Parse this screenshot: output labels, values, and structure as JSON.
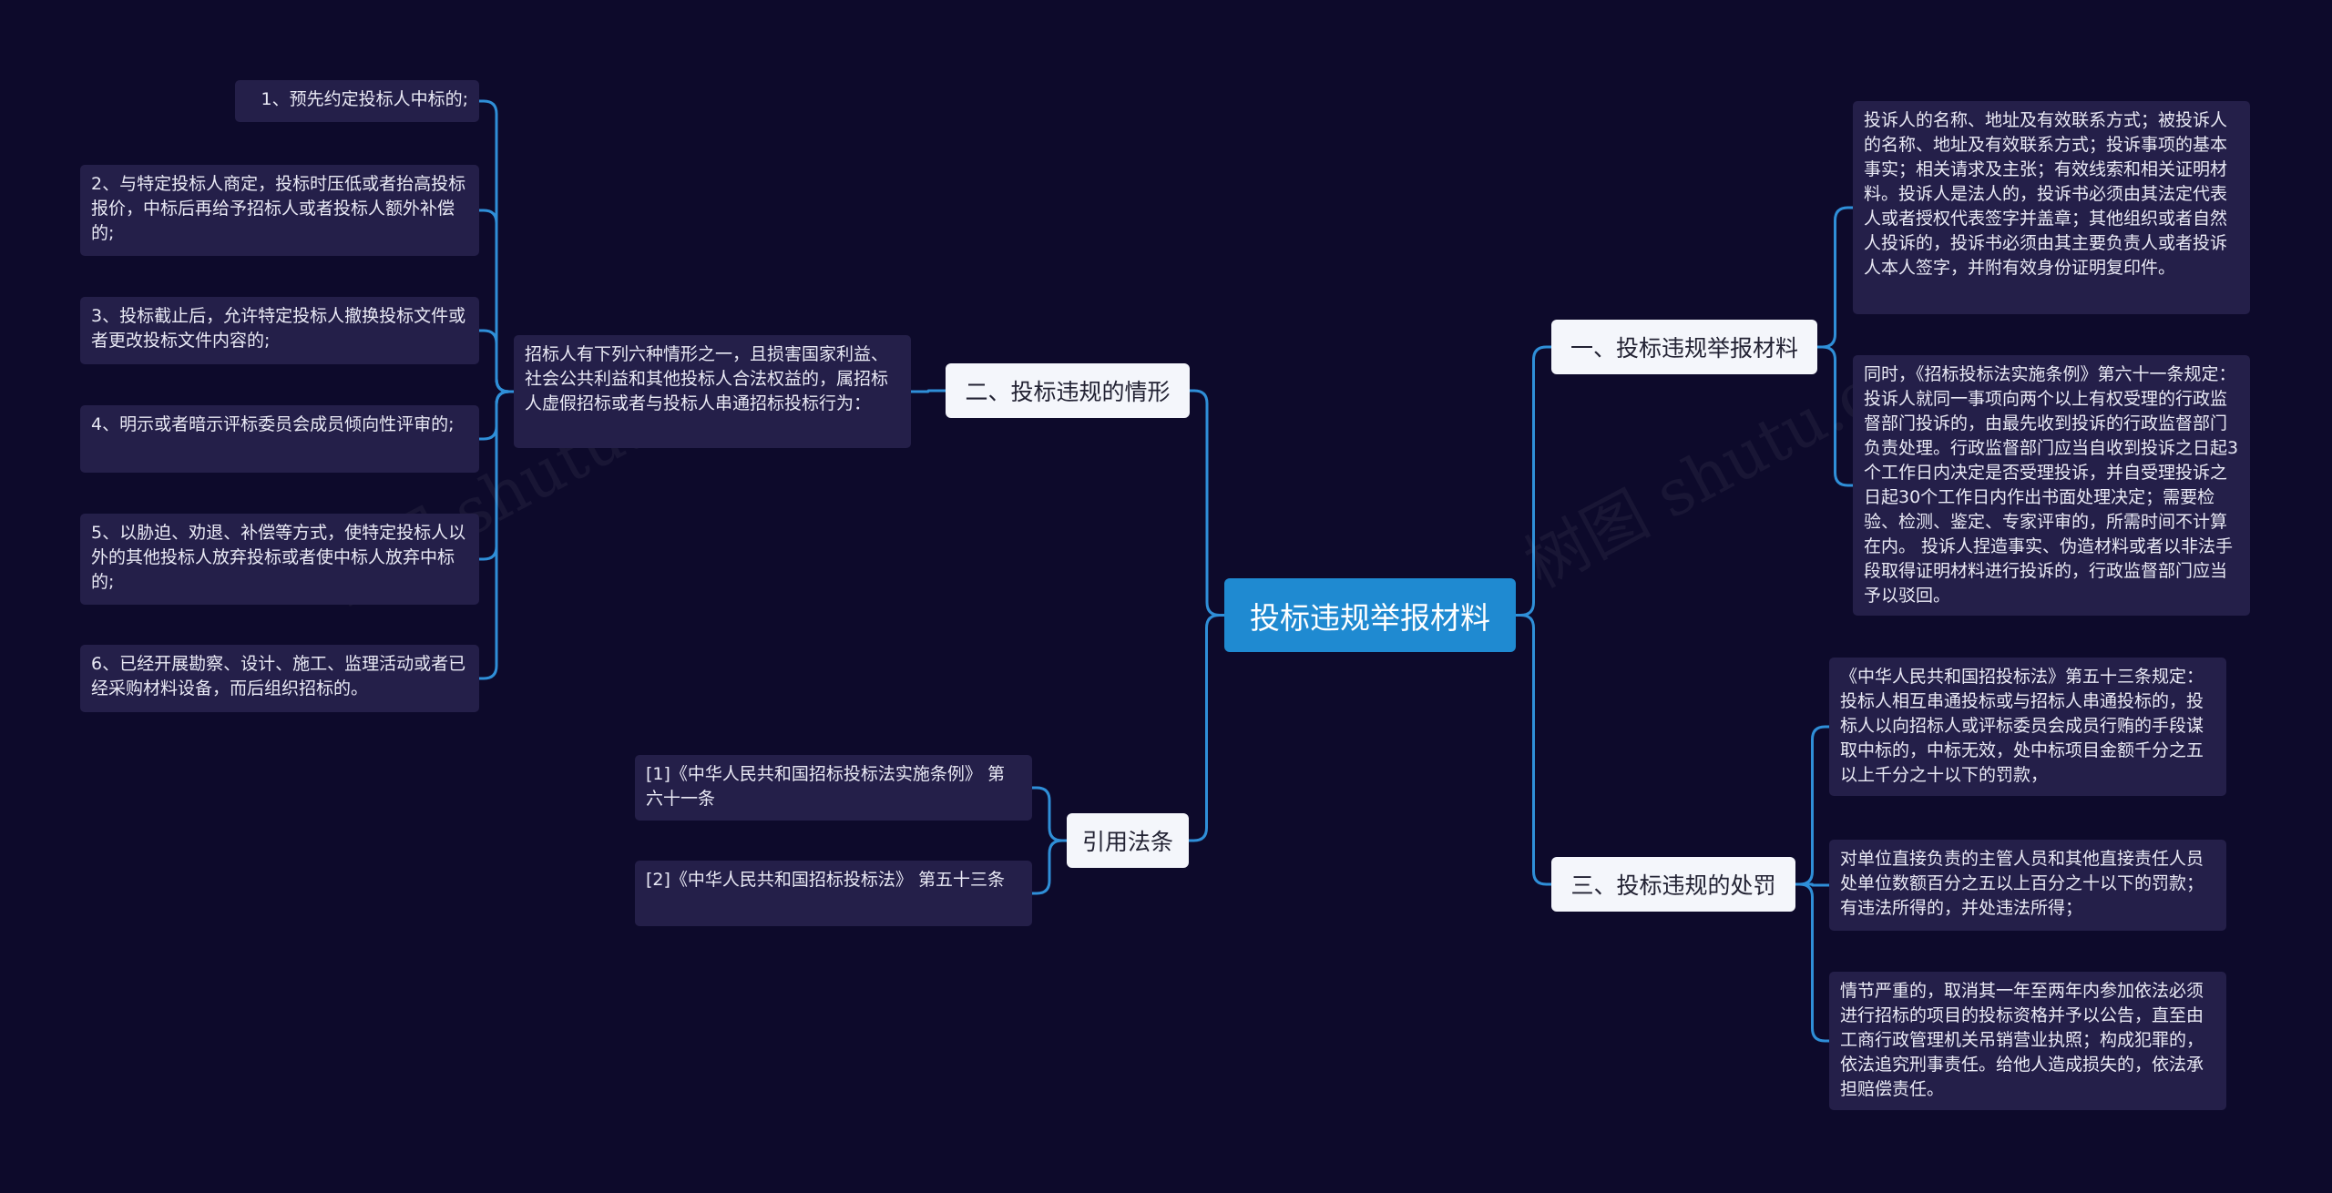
{
  "root": {
    "label": "投标违规举报材料"
  },
  "branches": [
    {
      "label": "一、投标违规举报材料",
      "children": [
        "投诉人的名称、地址及有效联系方式；被投诉人的名称、地址及有效联系方式；投诉事项的基本事实；相关请求及主张；有效线索和相关证明材料。投诉人是法人的，投诉书必须由其法定代表人或者授权代表签字并盖章；其他组织或者自然人投诉的，投诉书必须由其主要负责人或者投诉人本人签字，并附有效身份证明复印件。",
        "同时，《招标投标法实施条例》第六十一条规定：投诉人就同一事项向两个以上有权受理的行政监督部门投诉的，由最先收到投诉的行政监督部门负责处理。行政监督部门应当自收到投诉之日起3个工作日内决定是否受理投诉，并自受理投诉之日起30个工作日内作出书面处理决定；需要检验、检测、鉴定、专家评审的，所需时间不计算在内。 投诉人捏造事实、伪造材料或者以非法手段取得证明材料进行投诉的，行政监督部门应当予以驳回。"
      ]
    },
    {
      "label": "二、投标违规的情形",
      "intro": "招标人有下列六种情形之一，且损害国家利益、社会公共利益和其他投标人合法权益的，属招标人虚假招标或者与投标人串通招标投标行为：",
      "items": [
        "1、预先约定投标人中标的;",
        "2、与特定投标人商定，投标时压低或者抬高投标报价，中标后再给予招标人或者投标人额外补偿的;",
        "3、投标截止后，允许特定投标人撤换投标文件或者更改投标文件内容的;",
        "4、明示或者暗示评标委员会成员倾向性评审的;",
        "5、以胁迫、劝退、补偿等方式，使特定投标人以外的其他投标人放弃投标或者使中标人放弃中标的;",
        "6、已经开展勘察、设计、施工、监理活动或者已经采购材料设备，而后组织招标的。"
      ]
    },
    {
      "label": "三、投标违规的处罚",
      "children": [
        "《中华人民共和国招投标法》第五十三条规定：投标人相互串通投标或与招标人串通投标的，投标人以向招标人或评标委员会成员行贿的手段谋取中标的，中标无效，处中标项目金额千分之五以上千分之十以下的罚款，",
        "对单位直接负责的主管人员和其他直接责任人员处单位数额百分之五以上百分之十以下的罚款；有违法所得的，并处违法所得；",
        "情节严重的，取消其一年至两年内参加依法必须进行招标的项目的投标资格并予以公告，直至由工商行政管理机关吊销营业执照；构成犯罪的，依法追究刑事责任。给他人造成损失的，依法承担赔偿责任。"
      ]
    },
    {
      "label": "引用法条",
      "children": [
        "[1]《中华人民共和国招标投标法实施条例》 第六十一条",
        "[2]《中华人民共和国招标投标法》 第五十三条"
      ]
    }
  ],
  "watermarks": [
    "树图 shutu.cn",
    "树图 shutu.cn"
  ],
  "colors": {
    "background": "#0d0a2b",
    "root": "#1f8ad1",
    "branch": "#f4f6fb",
    "leaf": "#241f49",
    "edge": "#2f8fd8"
  }
}
